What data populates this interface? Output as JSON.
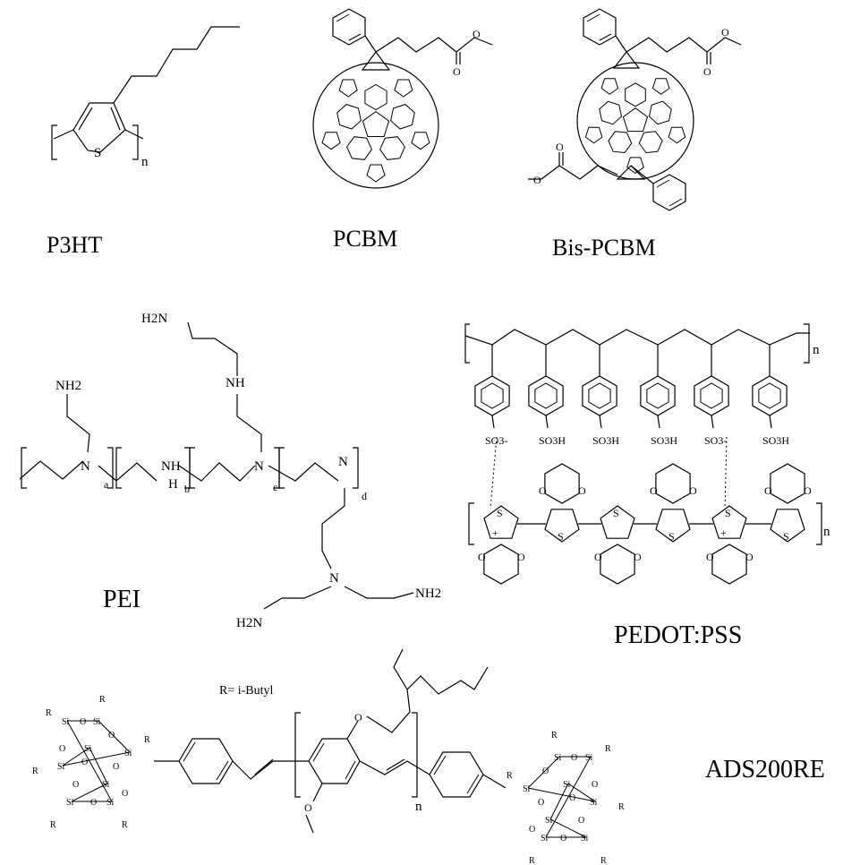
{
  "molecules": {
    "p3ht": {
      "name": "P3HT",
      "sulfur": "S",
      "repeat": "n"
    },
    "pcbm": {
      "name": "PCBM"
    },
    "bis_pcbm": {
      "name": "Bis-PCBM"
    },
    "pei": {
      "name": "PEI",
      "nh2": "NH2",
      "h2n": "H2N",
      "n": "N",
      "nh": "NH",
      "h": "H",
      "sub_a": "a",
      "sub_b": "b",
      "sub_c": "c",
      "sub_d": "d"
    },
    "pedot_pss": {
      "name": "PEDOT:PSS",
      "so3_minus": "SO3-",
      "so3h": "SO3H",
      "s": "S",
      "o": "O",
      "plus": "+",
      "repeat": "n"
    },
    "ads200re": {
      "name": "ADS200RE",
      "r_def": "R= i-Butyl",
      "r": "R",
      "si": "Si",
      "o": "O",
      "repeat": "n"
    }
  }
}
